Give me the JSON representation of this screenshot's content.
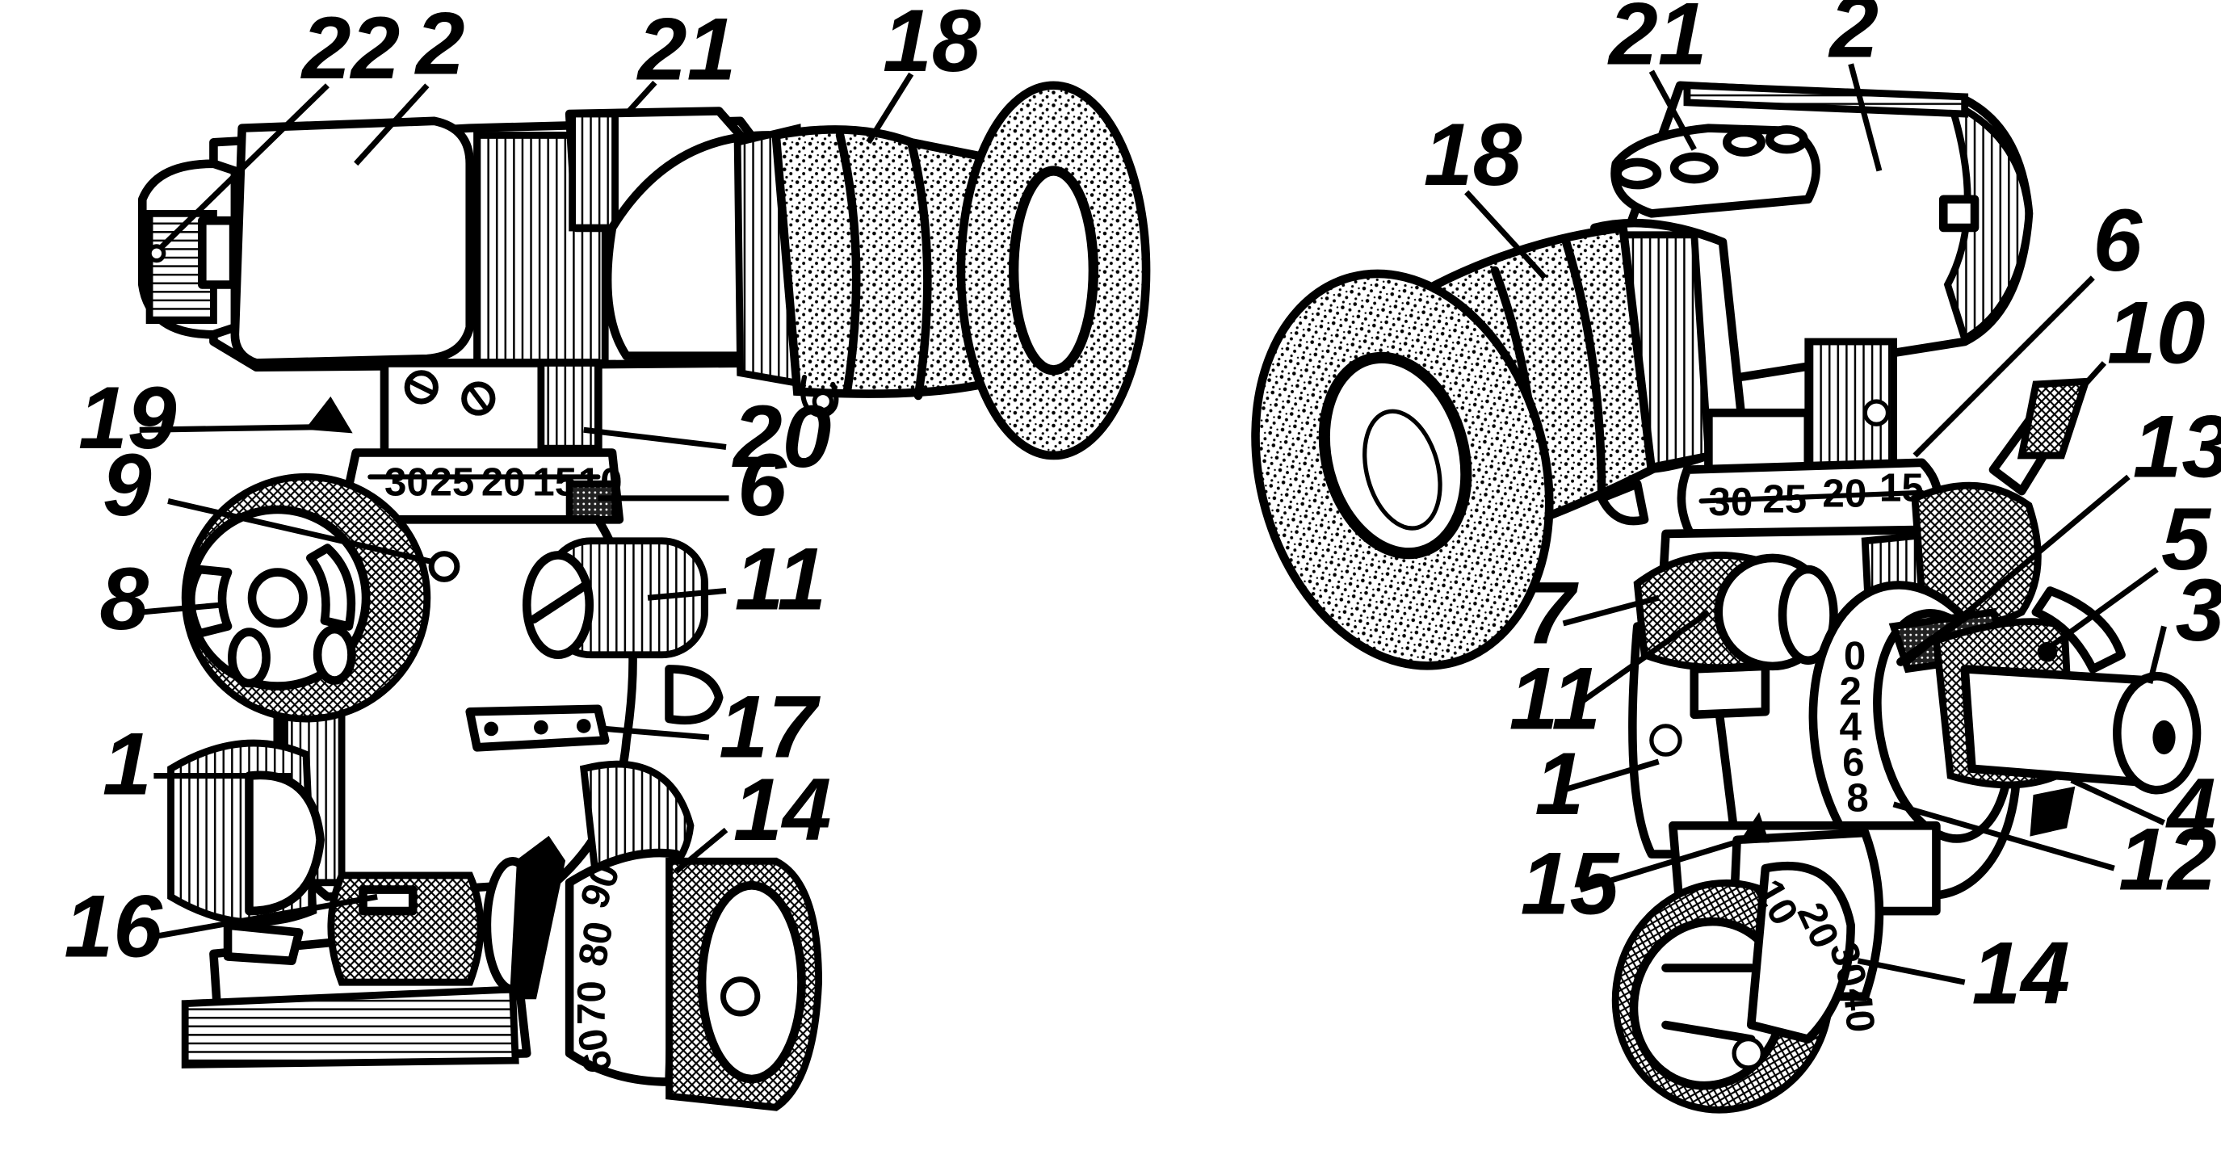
{
  "left_view": {
    "callouts": {
      "c22": "22",
      "c2": "2",
      "c21": "21",
      "c18": "18",
      "c19": "19",
      "c20": "20",
      "c6": "6",
      "c9": "9",
      "c11": "11",
      "c8": "8",
      "c17": "17",
      "c1": "1",
      "c14": "14",
      "c16": "16"
    },
    "azimuth_scale": [
      "30",
      "25",
      "20",
      "15",
      "10"
    ],
    "drum_scale": [
      "90",
      "80",
      "70",
      "60"
    ]
  },
  "right_view": {
    "callouts": {
      "c21": "21",
      "c2": "2",
      "c18": "18",
      "c6": "6",
      "c10": "10",
      "c13": "13",
      "c5": "5",
      "c3": "3",
      "c7": "7",
      "c11": "11",
      "c1": "1",
      "c4": "4",
      "c12": "12",
      "c15": "15",
      "c14": "14"
    },
    "azimuth_scale": [
      "30",
      "25",
      "20",
      "15"
    ],
    "drum_scale": [
      "10",
      "20",
      "30",
      "40"
    ],
    "vertical_scale": [
      "0",
      "2",
      "4",
      "6",
      "8"
    ]
  }
}
